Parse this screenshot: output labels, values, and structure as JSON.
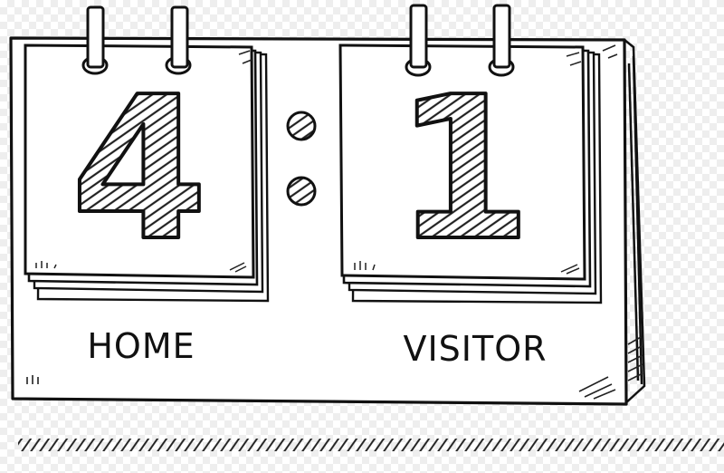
{
  "scoreboard": {
    "home": {
      "score": "4",
      "label": "HOME"
    },
    "visitor": {
      "score": "1",
      "label": "VISITOR"
    },
    "separator": ":"
  },
  "colors": {
    "ink": "#111111",
    "paper": "#ffffff",
    "hatch": "#222222"
  }
}
